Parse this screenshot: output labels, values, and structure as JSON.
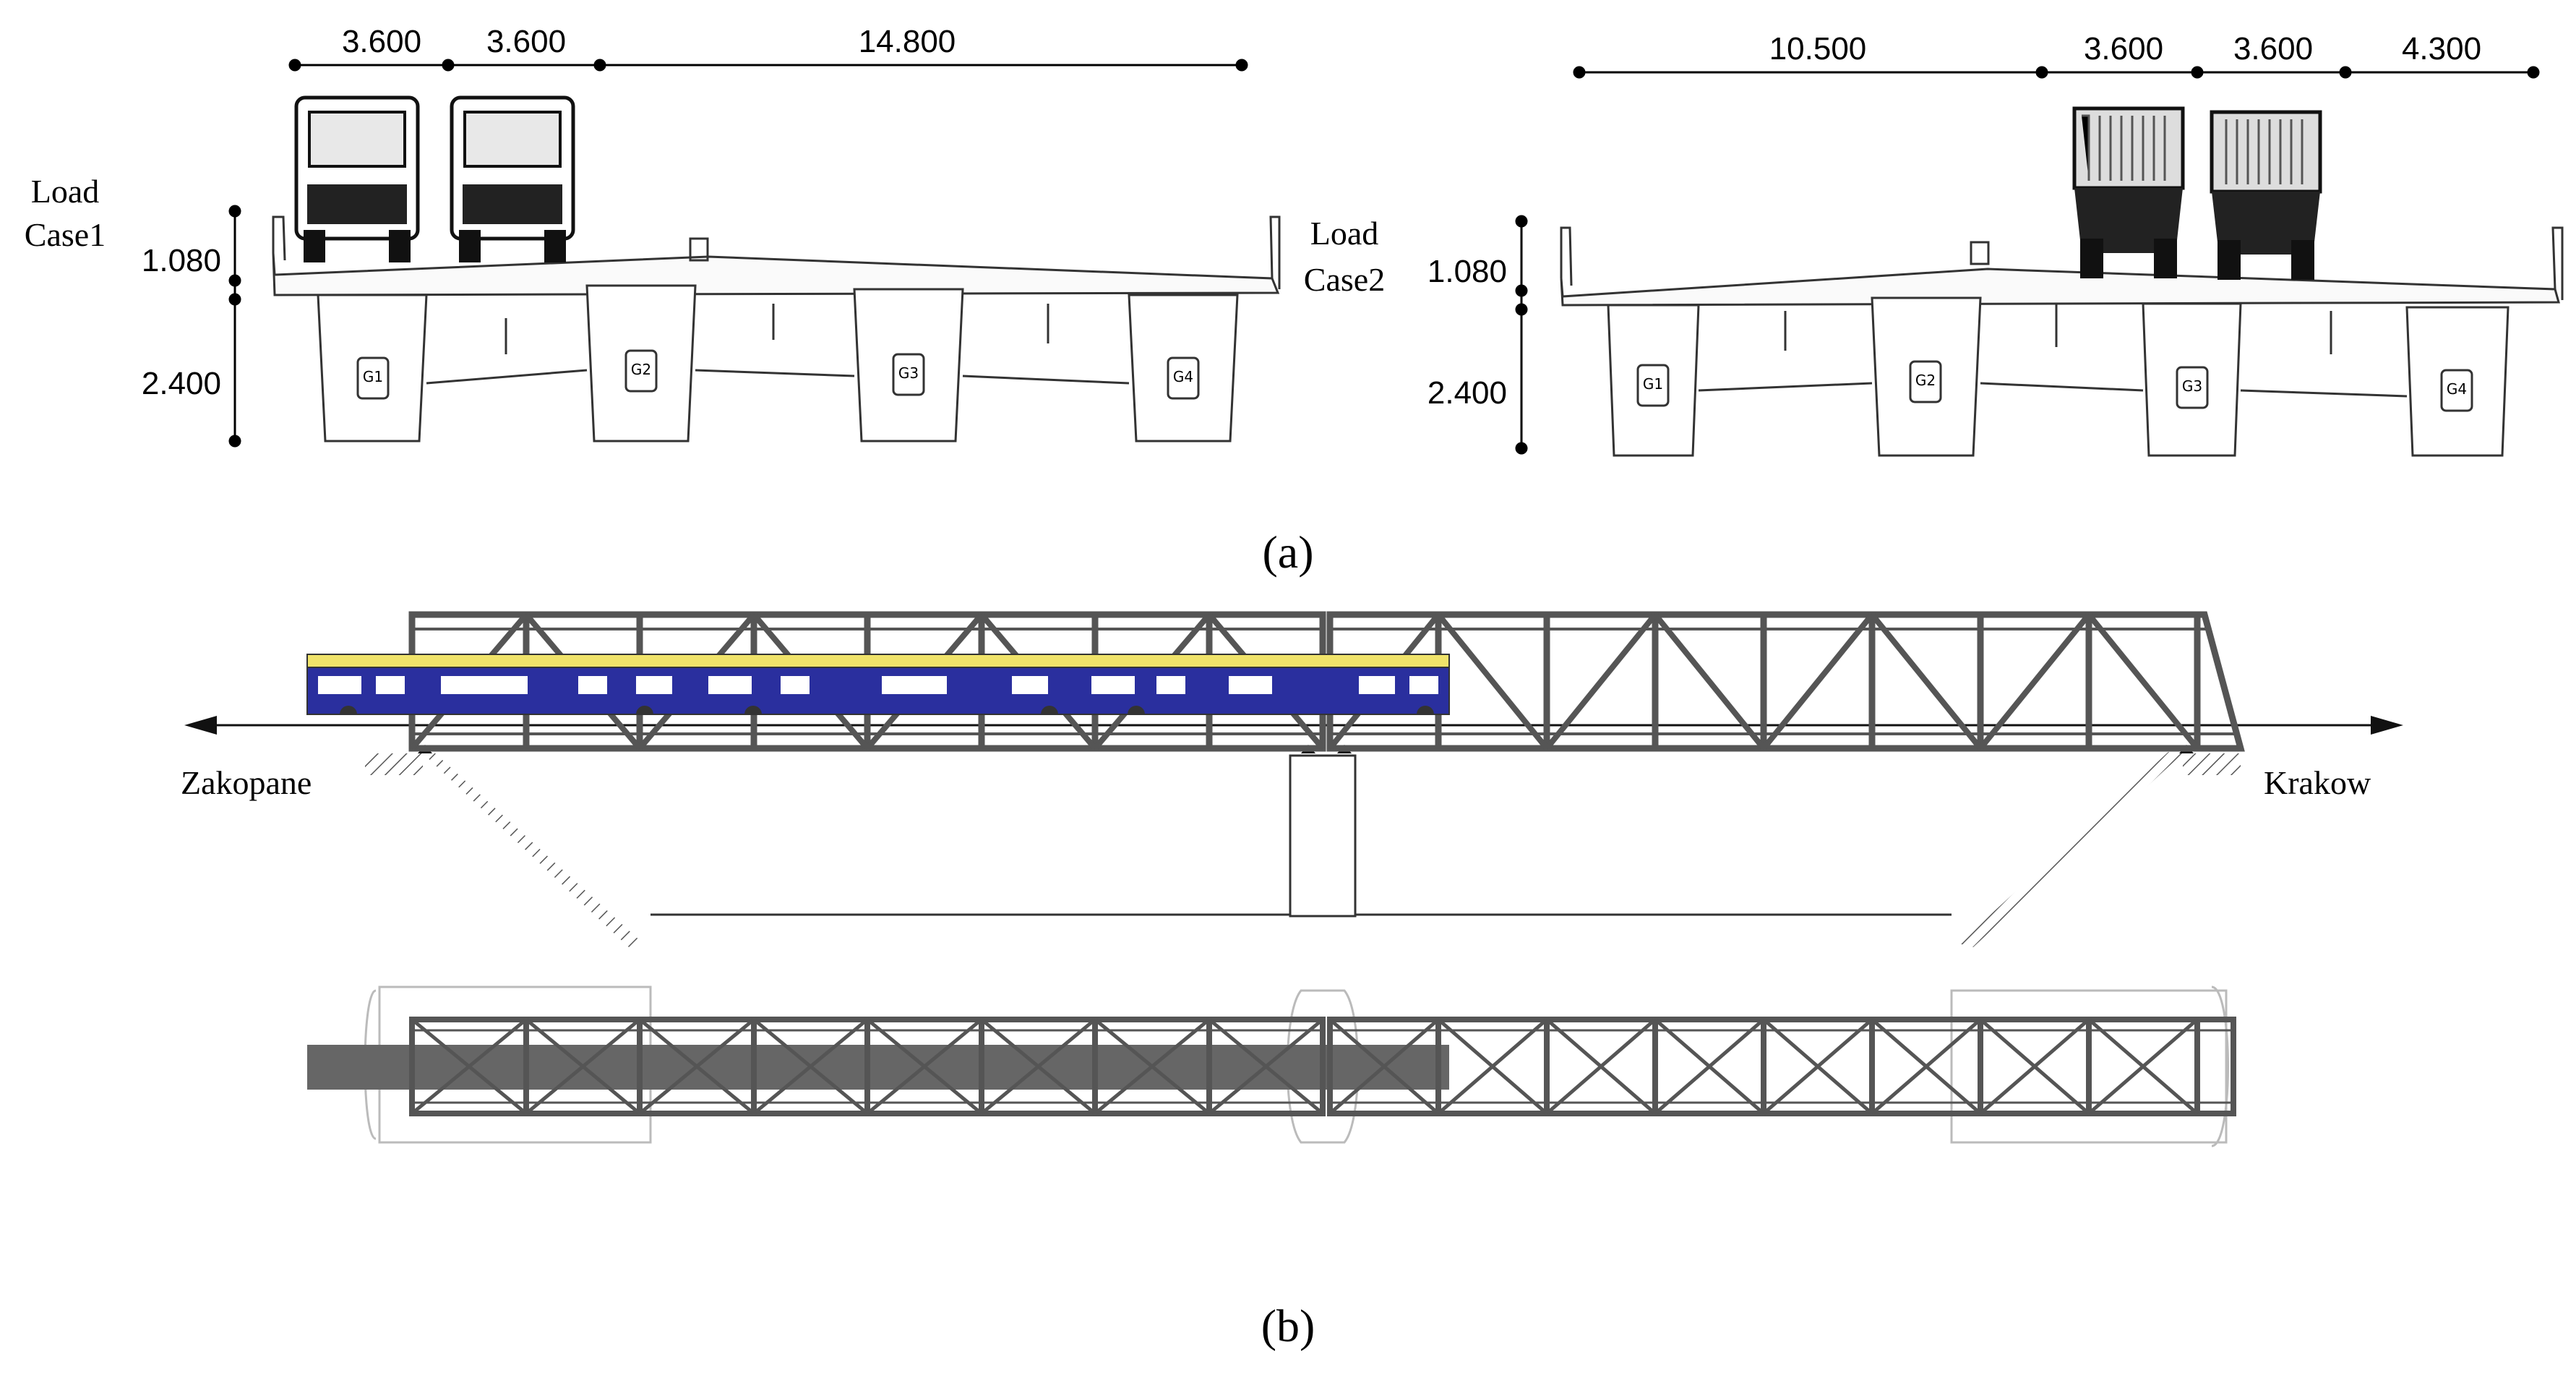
{
  "panel_a": {
    "caption": "(a)",
    "load_case_1": {
      "label_line1": "Load",
      "label_line2": "Case1",
      "top_dims": [
        "3.600",
        "3.600",
        "14.800"
      ],
      "side_dims": [
        "1.080",
        "2.400"
      ],
      "girders": [
        "G1",
        "G2",
        "G3",
        "G4"
      ]
    },
    "load_case_2": {
      "label_line1": "Load",
      "label_line2": "Case2",
      "top_dims": [
        "10.500",
        "3.600",
        "3.600",
        "4.300"
      ],
      "side_dims": [
        "1.080",
        "2.400"
      ],
      "girders": [
        "G1",
        "G2",
        "G3",
        "G4"
      ]
    }
  },
  "panel_b": {
    "caption": "(b)",
    "left_direction": "Zakopane",
    "right_direction": "Krakow",
    "colors": {
      "train_blue": "#2a2f9e",
      "train_yellow": "#f0e36a",
      "truss": "#555555"
    }
  }
}
